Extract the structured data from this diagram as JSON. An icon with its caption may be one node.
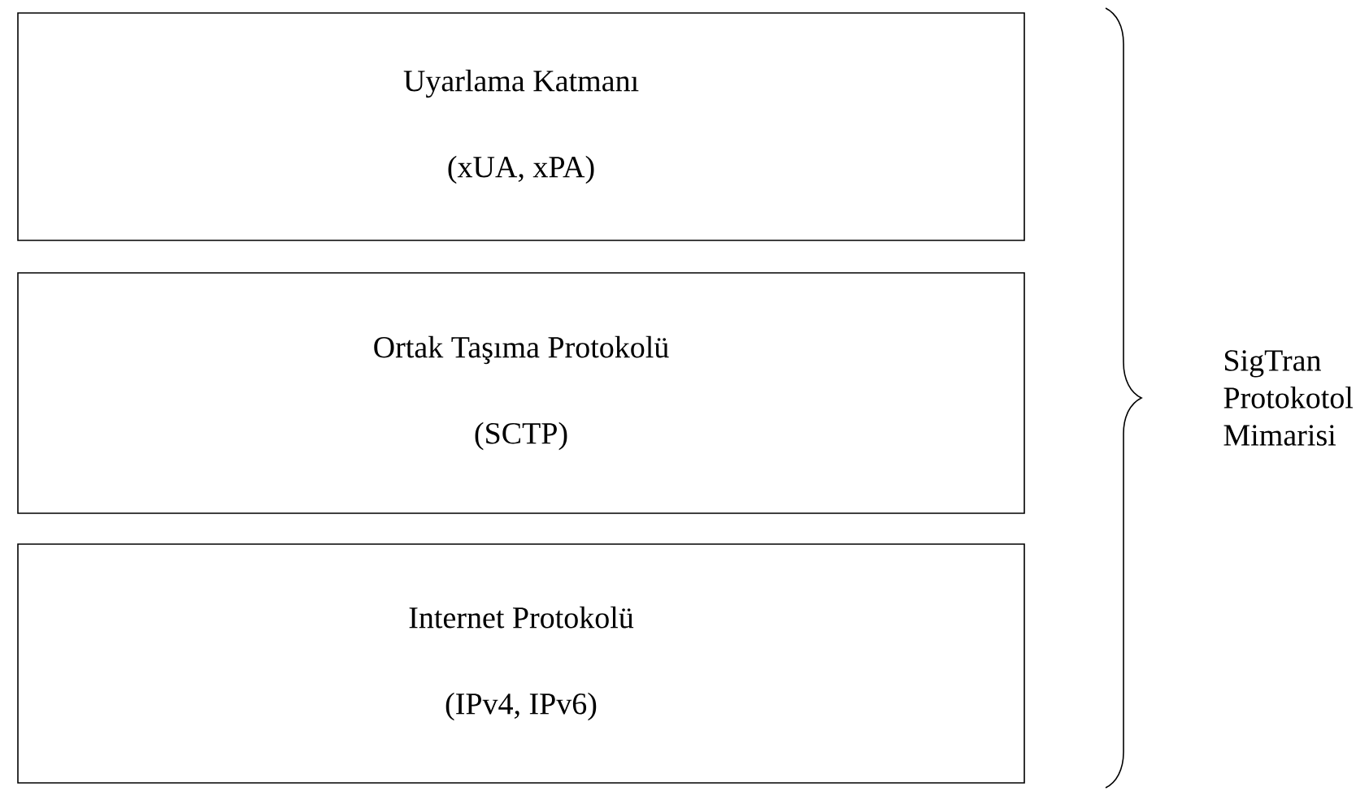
{
  "diagram": {
    "nodes": [
      {
        "text": [
          "Uyarlama Katmanı",
          "(xUA, xPA)"
        ]
      },
      {
        "text": [
          "Ortak Taşıma Protokolü",
          "(SCTP)"
        ]
      },
      {
        "text": [
          "Internet Protokolü",
          "(IPv4, IPv6)"
        ]
      }
    ],
    "labels": [
      "SigTran Protokotol Mimarisi"
    ]
  }
}
